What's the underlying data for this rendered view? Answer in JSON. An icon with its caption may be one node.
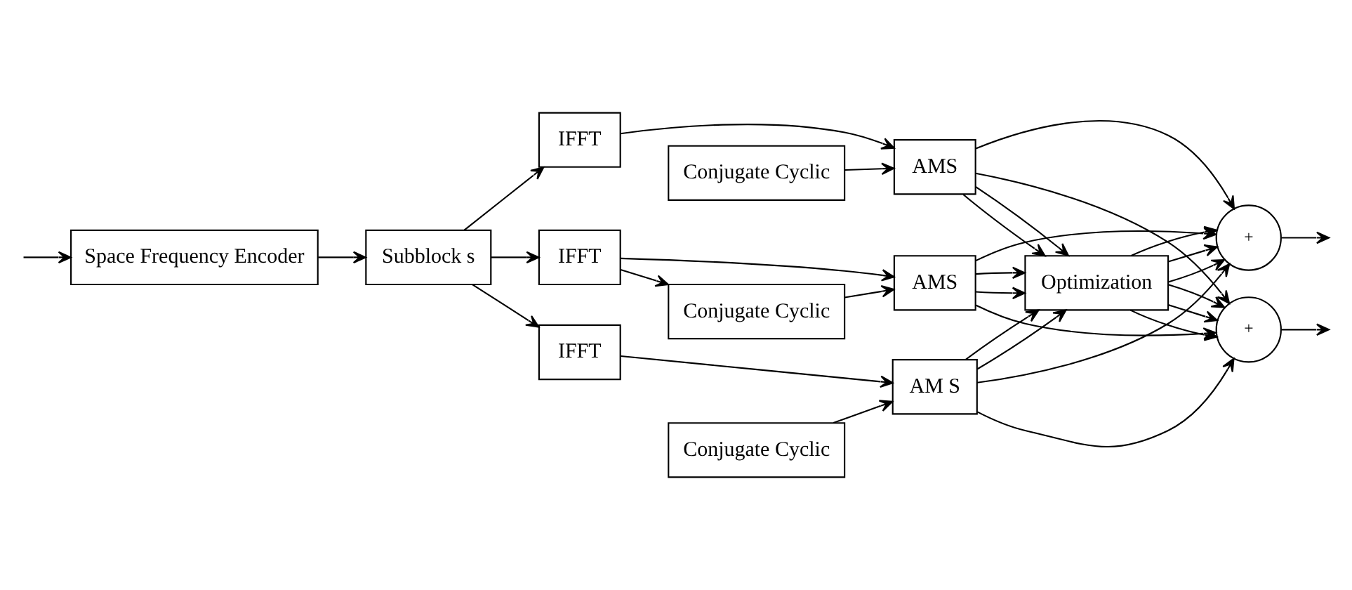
{
  "diagram": {
    "nodes": [
      {
        "text": [
          "Space Frequency Encoder"
        ]
      },
      {
        "text": [
          "Subblock s"
        ]
      },
      {
        "text": [
          "IFFT"
        ]
      },
      {
        "text": [
          "Conjugate Cyclic"
        ]
      },
      {
        "text": [
          "AMS"
        ]
      },
      {
        "text": [
          "IFFT"
        ]
      },
      {
        "text": [
          "Conjugate Cyclic"
        ]
      },
      {
        "text": [
          "AMS"
        ]
      },
      {
        "text": [
          "IFFT"
        ]
      },
      {
        "text": [
          "Conjugate Cyclic"
        ]
      },
      {
        "text": [
          "AM S"
        ]
      },
      {
        "text": [
          "+"
        ]
      },
      {
        "text": [
          "+"
        ]
      },
      {
        "text": [
          "Optimization"
        ]
      }
    ],
    "edges": [
      {
        "from": null,
        "to": 0,
        "arrow": "to"
      },
      {
        "from": 0,
        "to": 1,
        "arrow": "to"
      },
      {
        "from": 1,
        "to": 2,
        "arrow": "to"
      },
      {
        "from": 1,
        "to": 5,
        "arrow": "to"
      },
      {
        "from": 1,
        "to": 8,
        "arrow": "to"
      },
      {
        "from": 2,
        "to": 4,
        "arrow": "to"
      },
      {
        "from": 3,
        "to": 4,
        "arrow": "to"
      },
      {
        "from": 5,
        "to": 7,
        "arrow": "to"
      },
      {
        "from": 5,
        "to": 6,
        "arrow": "to"
      },
      {
        "from": 6,
        "to": 7,
        "arrow": "to"
      },
      {
        "from": 8,
        "to": 10,
        "arrow": "to"
      },
      {
        "from": 9,
        "to": 10,
        "arrow": "to"
      },
      {
        "from": 4,
        "to": 11,
        "arrow": "to"
      },
      {
        "from": 4,
        "to": 12,
        "arrow": "to"
      },
      {
        "from": 7,
        "to": 11,
        "arrow": "to"
      },
      {
        "from": 7,
        "to": 12,
        "arrow": "to"
      },
      {
        "from": 10,
        "to": 11,
        "arrow": "to"
      },
      {
        "from": 10,
        "to": 12,
        "arrow": "to"
      },
      {
        "from": 4,
        "to": 13,
        "arrow": "to"
      },
      {
        "from": 4,
        "to": 13,
        "arrow": "to"
      },
      {
        "from": 7,
        "to": 13,
        "arrow": "to"
      },
      {
        "from": 7,
        "to": 13,
        "arrow": "to"
      },
      {
        "from": 10,
        "to": 13,
        "arrow": "to"
      },
      {
        "from": 10,
        "to": 13,
        "arrow": "to"
      },
      {
        "from": 13,
        "to": 11,
        "arrow": "to"
      },
      {
        "from": 13,
        "to": 12,
        "arrow": "to"
      },
      {
        "from": 13,
        "to": 11,
        "arrow": "to"
      },
      {
        "from": 13,
        "to": 12,
        "arrow": "to"
      },
      {
        "from": 13,
        "to": 11,
        "arrow": "to"
      },
      {
        "from": 13,
        "to": 12,
        "arrow": "to"
      },
      {
        "from": 11,
        "to": null,
        "arrow": "to"
      },
      {
        "from": 12,
        "to": null,
        "arrow": "to"
      }
    ]
  }
}
